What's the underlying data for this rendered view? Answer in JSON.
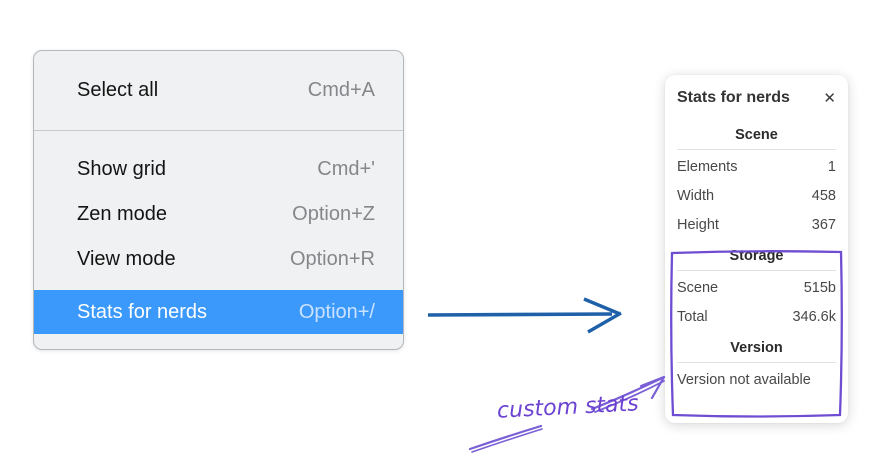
{
  "menu": {
    "sections": [
      {
        "items": [
          {
            "label": "Select all",
            "shortcut": "Cmd+A"
          }
        ]
      },
      {
        "items": [
          {
            "label": "Show grid",
            "shortcut": "Cmd+'"
          },
          {
            "label": "Zen mode",
            "shortcut": "Option+Z"
          },
          {
            "label": "View mode",
            "shortcut": "Option+R"
          },
          {
            "label": "Stats for nerds",
            "shortcut": "Option+/"
          }
        ]
      }
    ],
    "highlighted_item": "Stats for nerds"
  },
  "panel": {
    "title": "Stats for nerds",
    "close_icon": "✕",
    "sections": [
      {
        "header": "Scene",
        "rows": [
          [
            "Elements",
            "1"
          ],
          [
            "Width",
            "458"
          ],
          [
            "Height",
            "367"
          ]
        ]
      },
      {
        "header": "Storage",
        "rows": [
          [
            "Scene",
            "515b"
          ],
          [
            "Total",
            "346.6k"
          ]
        ]
      },
      {
        "header": "Version",
        "note": "Version not available"
      }
    ]
  },
  "annotation": {
    "label": "custom stats"
  },
  "colors": {
    "menu_highlight": "#3c99fc",
    "menu_background": "#eff1f2",
    "flow_arrow_blue": "#1f61a8",
    "annotation_purple": "#6f4dd1"
  }
}
